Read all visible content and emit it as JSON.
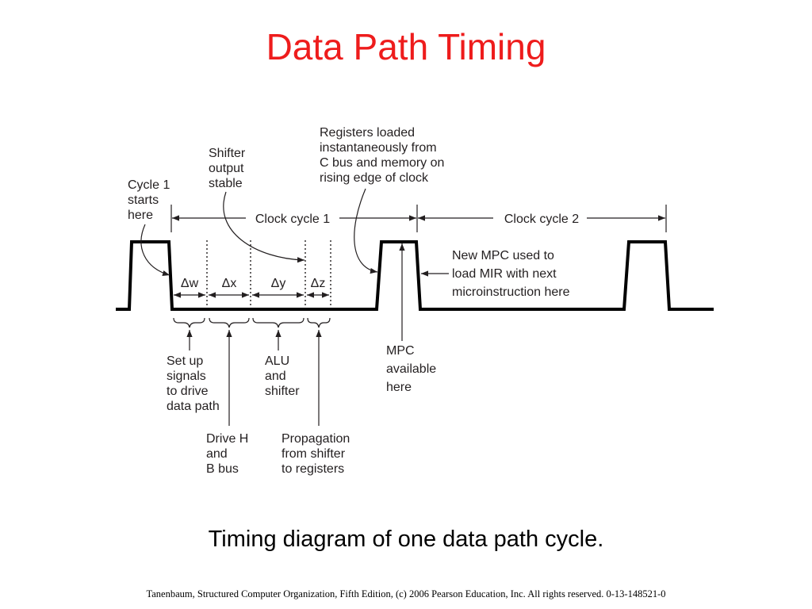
{
  "title": "Data Path Timing",
  "labels": {
    "cycle1_start": [
      "Cycle 1",
      "starts",
      "here"
    ],
    "shifter_stable": [
      "Shifter",
      "output",
      "stable"
    ],
    "registers_loaded": [
      "Registers loaded",
      "instantaneously from",
      "C bus and memory  on",
      "rising edge of clock"
    ],
    "clock_cycle_1": "Clock cycle 1",
    "clock_cycle_2": "Clock cycle 2",
    "new_mpc": [
      "New MPC used to",
      "load MIR with next",
      "microinstruction here"
    ],
    "delta_w": "Δw",
    "delta_x": "Δx",
    "delta_y": "Δy",
    "delta_z": "Δz",
    "setup_signals": [
      "Set up",
      "signals",
      "to drive",
      "data path"
    ],
    "alu_shifter": [
      "ALU",
      "and",
      "shifter"
    ],
    "mpc_available": [
      "MPC",
      "available",
      "here"
    ],
    "drive_h_b": [
      "Drive H",
      "and",
      "B bus"
    ],
    "propagation": [
      "Propagation",
      "from shifter",
      "to registers"
    ]
  },
  "caption": "Timing diagram of one data path cycle.",
  "footer": "Tanenbaum, Structured Computer Organization, Fifth Edition, (c) 2006 Pearson Education, Inc. All rights reserved. 0-13-148521-0"
}
